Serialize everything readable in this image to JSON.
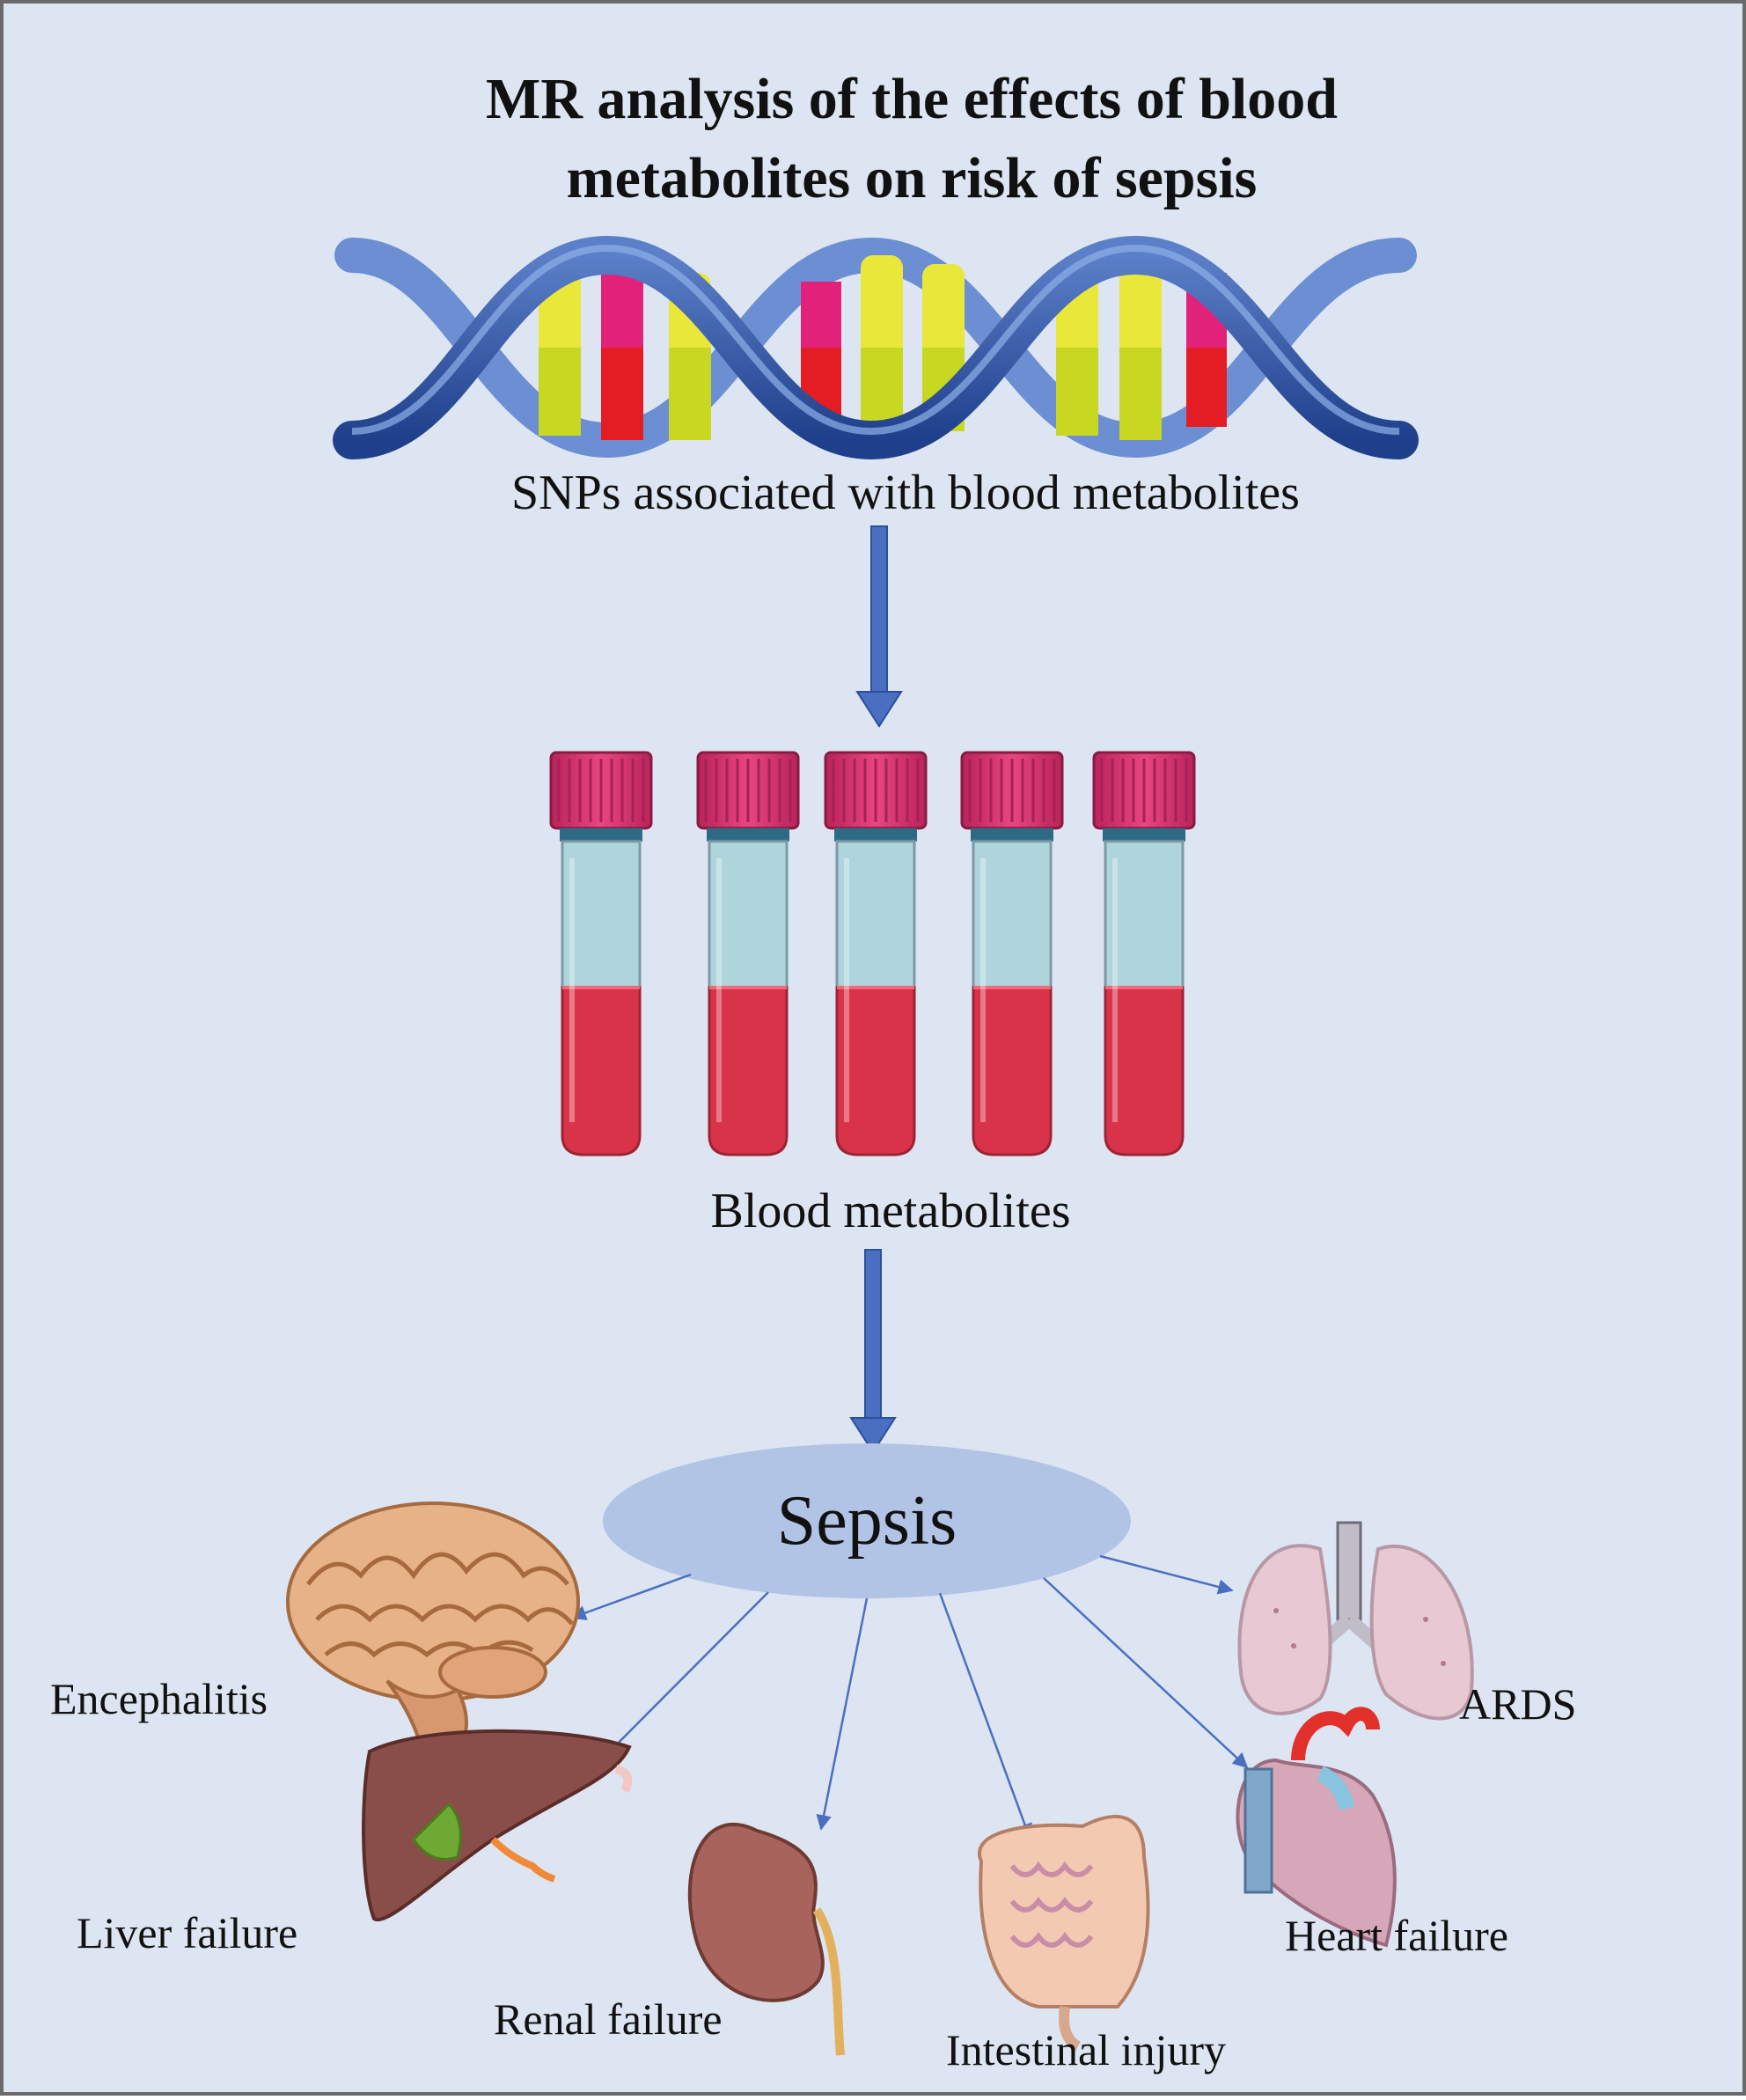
{
  "title": {
    "line1": "MR analysis of the effects of blood",
    "line2": "metabolites on risk of sepsis"
  },
  "snps_label": "SNPs associated with blood metabolites",
  "blood_label": "Blood metabolites",
  "sepsis_label": "Sepsis",
  "organs": {
    "encephalitis": "Encephalitis",
    "ards": "ARDS",
    "liver": "Liver failure",
    "renal": "Renal failure",
    "intestinal": "Intestinal injury",
    "heart": "Heart failure"
  },
  "colors": {
    "background": "#dde5f2",
    "border": "#6a6a6a",
    "arrow": "#4a6fc1",
    "ellipse": "#b1c4e6",
    "dna_strand": "#2b4f9c",
    "blood": "#d9334a",
    "tube_cap": "#d8316f"
  }
}
